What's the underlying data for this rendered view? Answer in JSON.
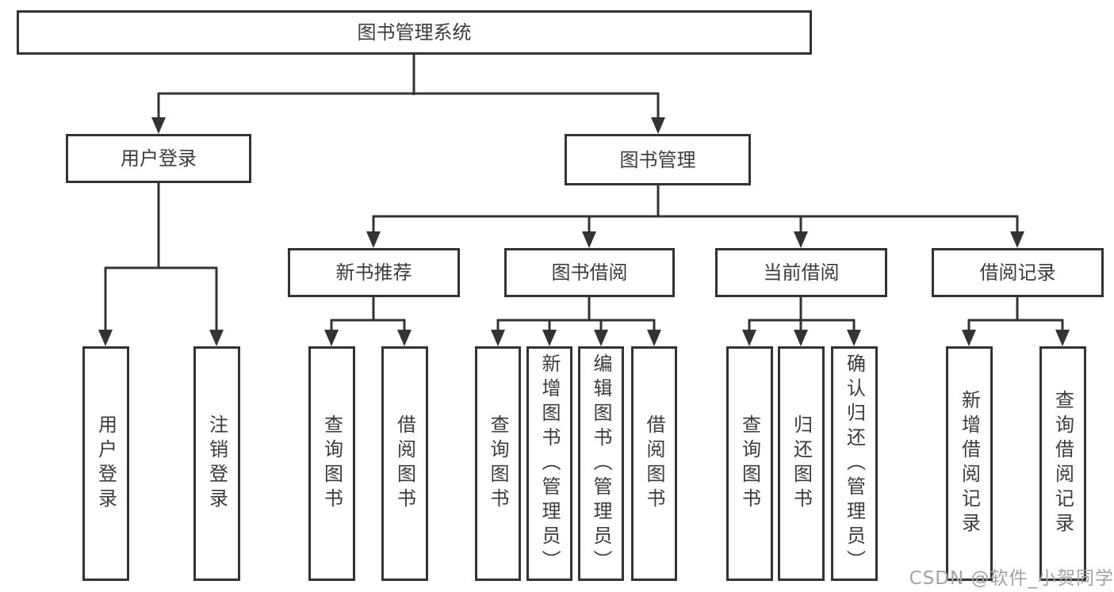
{
  "nodes": {
    "root": "图书管理系统",
    "login": "用户登录",
    "manage": "图书管理",
    "recommend": "新书推荐",
    "borrow": "图书借阅",
    "current": "当前借阅",
    "records": "借阅记录",
    "login_user": "用户登录",
    "login_logout": "注销登录",
    "rec_query": "查询图书",
    "rec_borrow": "借阅图书",
    "bor_query": "查询图书",
    "bor_add": "新增图书（管理员）",
    "bor_edit": "编辑图书（管理员）",
    "bor_borrow": "借阅图书",
    "cur_query": "查询图书",
    "cur_return": "归还图书",
    "cur_confirm": "确认归还（管理员）",
    "rcd_add": "新增借阅记录",
    "rcd_query": "查询借阅记录"
  },
  "watermark": "CSDN @软件_小贺同学",
  "colors": {
    "line": "#333333",
    "text": "#3c3c3c",
    "watermark": "#a2a2a2",
    "background": "#ffffff"
  }
}
